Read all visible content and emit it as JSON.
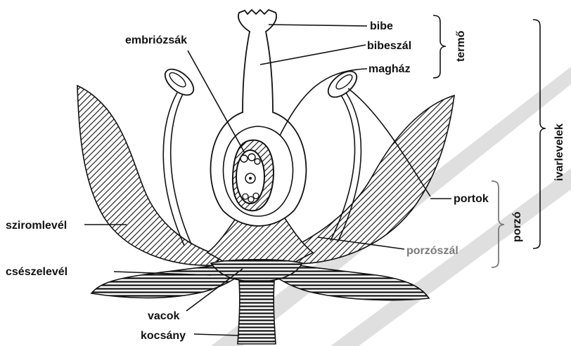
{
  "labels": {
    "bibe": "bibe",
    "bibeszal": "bibeszál",
    "maghaz": "magház",
    "termo": "termő",
    "embriozsak": "embriózsák",
    "ivarlevelek": "ivarlevelek",
    "portok": "portok",
    "porzo": "porzó",
    "sziromlevel": "sziromlevél",
    "porzoszal": "porzószál",
    "cseszelevel": "csészelevél",
    "vacok": "vacok",
    "kocsany": "kocsány"
  },
  "colors": {
    "ink": "#111111",
    "watermark": "#d9d9d9",
    "grey_label": "#7a7a7a"
  }
}
